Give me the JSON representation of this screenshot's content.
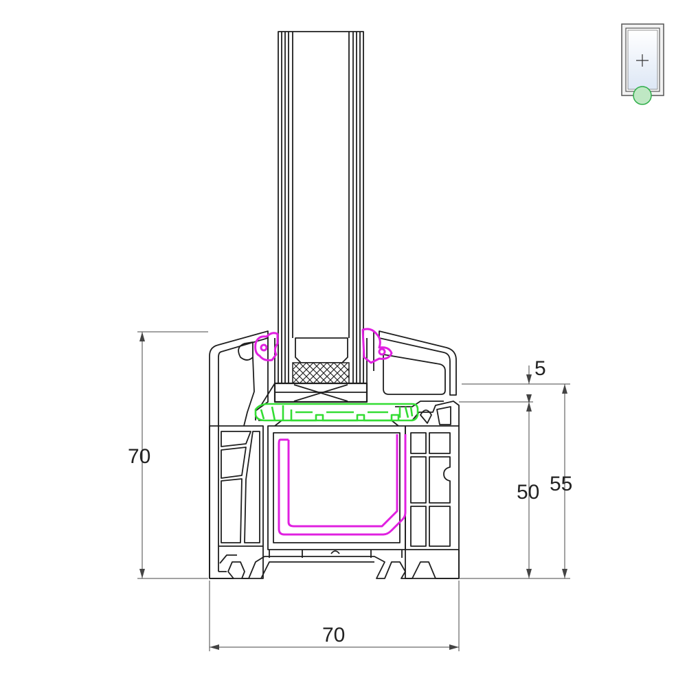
{
  "diagram": {
    "dimensions": {
      "frame_height": "70",
      "frame_width": "70",
      "rebate_height": "50",
      "overall_rebate": "55",
      "offset": "5"
    },
    "colors": {
      "profile": "#1e1e1e",
      "gasket": "#e020e0",
      "glazing_bead": "#33dd33",
      "dimension_line": "#444444",
      "locator_fill": "#bfe8c4",
      "locator_stroke": "#2fae4a"
    },
    "locator": {
      "icon": "window-locator-icon",
      "position_marker": "plus-icon"
    }
  }
}
